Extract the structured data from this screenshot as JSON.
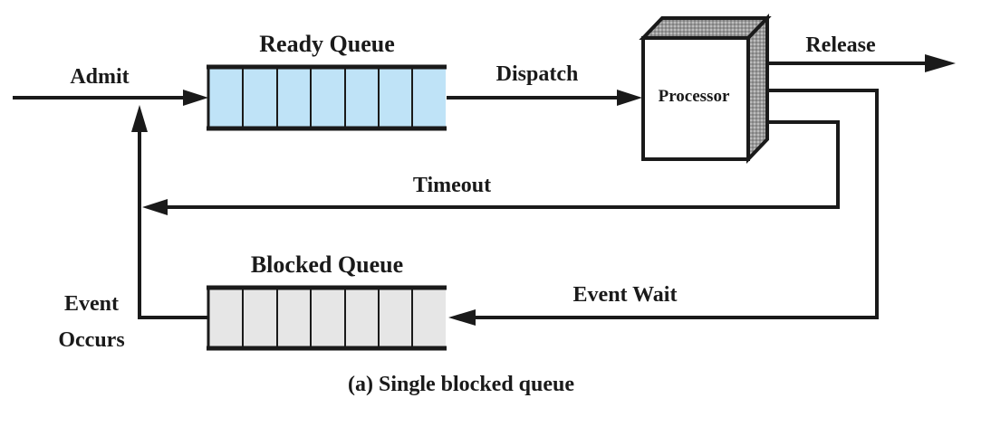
{
  "labels": {
    "admit": "Admit",
    "ready_queue": "Ready Queue",
    "dispatch": "Dispatch",
    "processor": "Processor",
    "release": "Release",
    "timeout": "Timeout",
    "blocked_queue": "Blocked Queue",
    "event_wait": "Event Wait",
    "event_occurs_line1": "Event",
    "event_occurs_line2": "Occurs"
  },
  "caption": "(a) Single blocked queue",
  "colors": {
    "ready_queue_fill": "#bfe3f7",
    "blocked_queue_fill": "#e6e6e6",
    "processor_fill": "#ffffff",
    "processor_shade": "#a6a6a6",
    "line": "#1a1a1a"
  }
}
